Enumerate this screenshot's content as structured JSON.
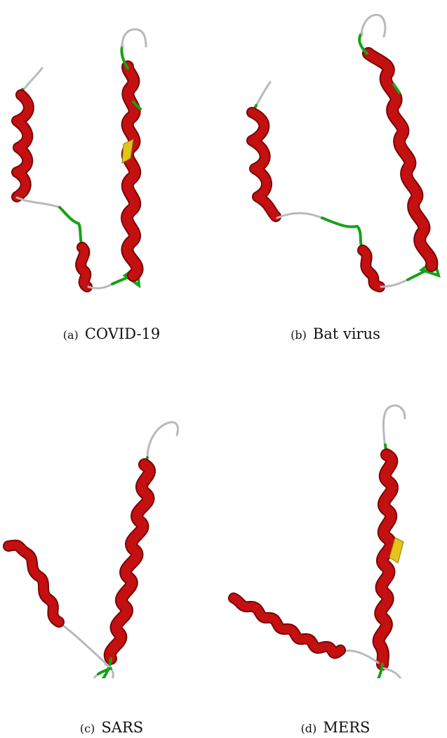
{
  "figure": {
    "panels": [
      {
        "tag": "(a)",
        "name": "COVID-19"
      },
      {
        "tag": "(b)",
        "name": "Bat virus"
      },
      {
        "tag": "(c)",
        "name": "SARS"
      },
      {
        "tag": "(d)",
        "name": "MERS"
      }
    ]
  },
  "colors": {
    "helix": "#c41010",
    "helix_shadow": "#7a0505",
    "coil": "#b9b9b9",
    "turn": "#17a117",
    "strand": "#e3c51a"
  }
}
